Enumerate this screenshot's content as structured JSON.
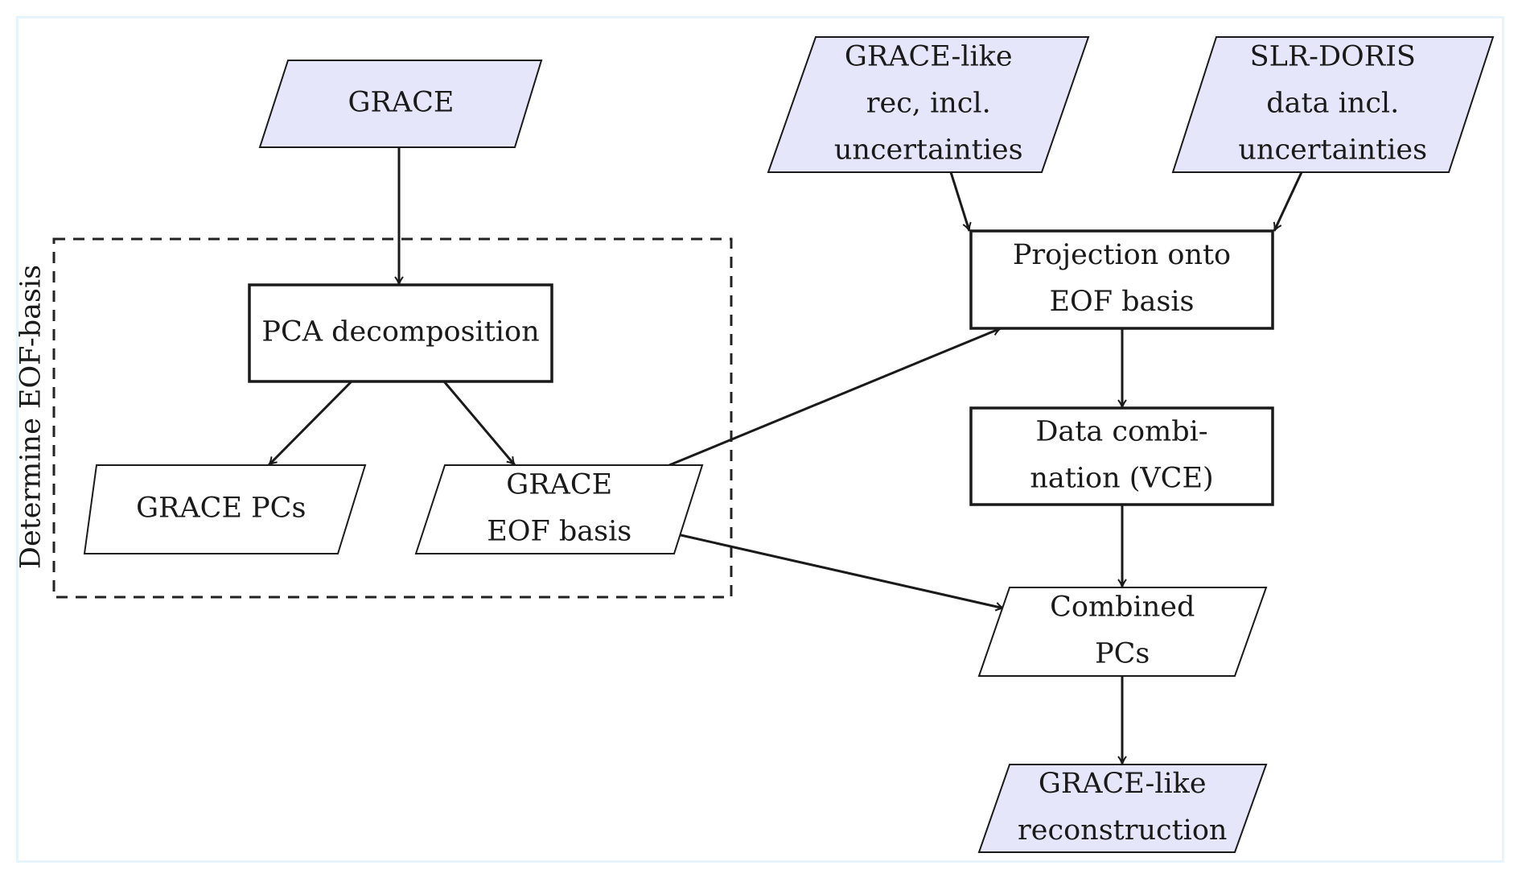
{
  "colors": {
    "data_fill": "#e6e6fa",
    "process_fill": "#ffffff",
    "stroke": "#1a1a1a",
    "frame": "#e6f4fb"
  },
  "group": {
    "label": "Determine EOF-basis"
  },
  "nodes": {
    "grace": {
      "lines": [
        "GRACE"
      ],
      "shape": "data",
      "filled": true
    },
    "pca": {
      "lines": [
        "PCA decomposition"
      ],
      "shape": "process",
      "filled": false
    },
    "grace_pcs": {
      "lines": [
        "GRACE PCs"
      ],
      "shape": "data",
      "filled": false
    },
    "grace_eof": {
      "lines": [
        "GRACE",
        "EOF basis"
      ],
      "shape": "data",
      "filled": false
    },
    "grace_like_rec": {
      "lines": [
        "GRACE-like",
        "rec, incl.",
        "uncertainties"
      ],
      "shape": "data",
      "filled": true
    },
    "slr_doris": {
      "lines": [
        "SLR-DORIS",
        "data incl.",
        "uncertainties"
      ],
      "shape": "data",
      "filled": true
    },
    "projection": {
      "lines": [
        "Projection onto",
        "EOF basis"
      ],
      "shape": "process",
      "filled": false
    },
    "combination": {
      "lines": [
        "Data combi-",
        "nation (VCE)"
      ],
      "shape": "process",
      "filled": false
    },
    "combined_pcs": {
      "lines": [
        "Combined",
        "PCs"
      ],
      "shape": "data",
      "filled": false
    },
    "reconstruction": {
      "lines": [
        "GRACE-like",
        "reconstruction"
      ],
      "shape": "data",
      "filled": true
    }
  },
  "edges": [
    {
      "from": "grace",
      "to": "pca"
    },
    {
      "from": "pca",
      "to": "grace_pcs"
    },
    {
      "from": "pca",
      "to": "grace_eof"
    },
    {
      "from": "grace_eof",
      "to": "projection"
    },
    {
      "from": "grace_eof",
      "to": "combined_pcs"
    },
    {
      "from": "grace_like_rec",
      "to": "projection"
    },
    {
      "from": "slr_doris",
      "to": "projection"
    },
    {
      "from": "projection",
      "to": "combination"
    },
    {
      "from": "combination",
      "to": "combined_pcs"
    },
    {
      "from": "combined_pcs",
      "to": "reconstruction"
    }
  ]
}
